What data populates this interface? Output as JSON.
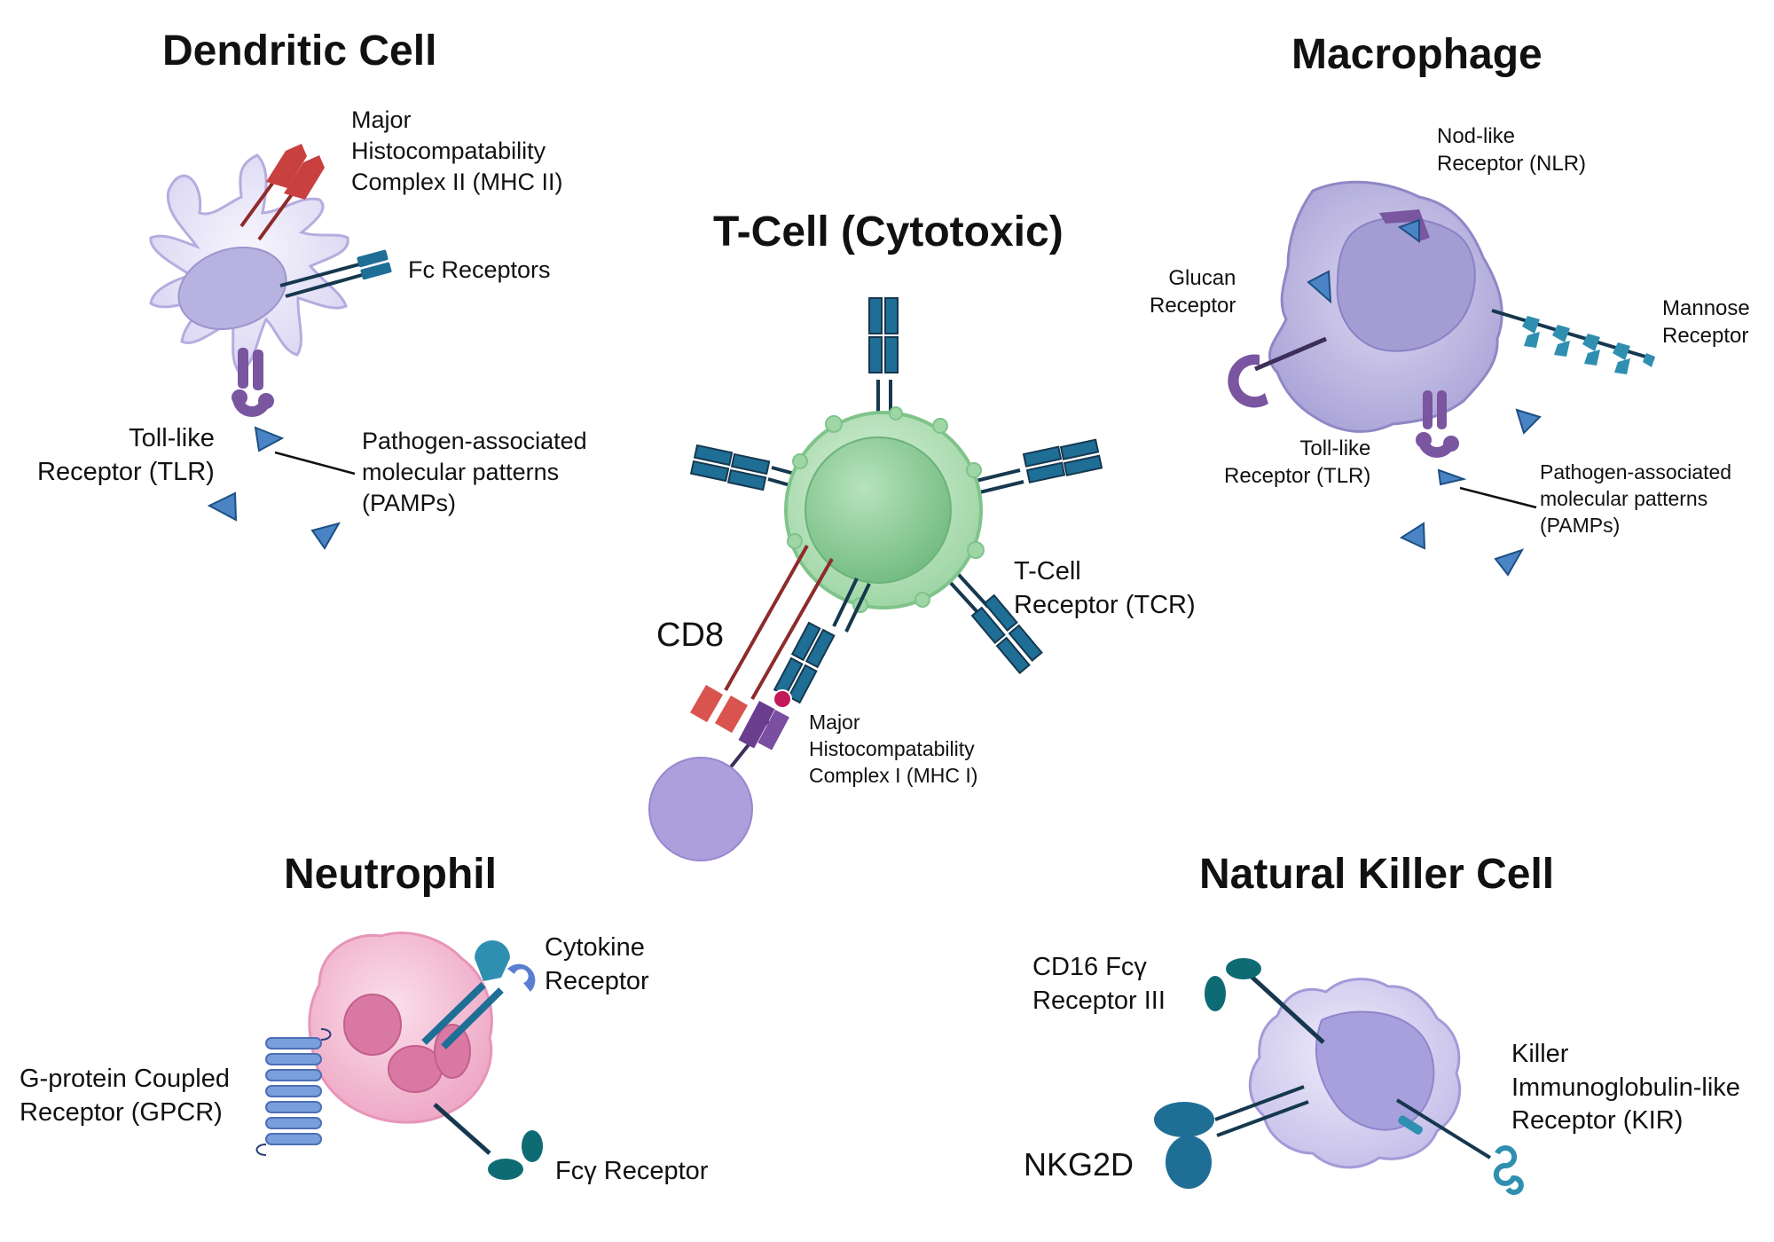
{
  "titles": {
    "dendritic": "Dendritic Cell",
    "macrophage": "Macrophage",
    "tcell": "T-Cell (Cytotoxic)",
    "neutrophil": "Neutrophil",
    "nk": "Natural Killer Cell"
  },
  "dendritic": {
    "mhc2": [
      "Major",
      "Histocompatability",
      "Complex II (MHC II)"
    ],
    "fc": "Fc Receptors",
    "tlr": [
      "Toll-like",
      "Receptor (TLR)"
    ],
    "pamps": [
      "Pathogen-associated",
      "molecular patterns",
      "(PAMPs)"
    ]
  },
  "macrophage": {
    "nlr": [
      "Nod-like",
      "Receptor (NLR)"
    ],
    "glucan": [
      "Glucan",
      "Receptor"
    ],
    "mannose": [
      "Mannose",
      "Receptor"
    ],
    "tlr": [
      "Toll-like",
      "Receptor (TLR)"
    ],
    "pamps": [
      "Pathogen-associated",
      "molecular patterns",
      "(PAMPs)"
    ]
  },
  "tcell": {
    "tcr": [
      "T-Cell",
      "Receptor (TCR)"
    ],
    "cd8": "CD8",
    "mhc1": [
      "Major",
      "Histocompatability",
      "Complex I (MHC I)"
    ]
  },
  "neutrophil": {
    "cytokine": [
      "Cytokine",
      "Receptor"
    ],
    "gpcr": [
      "G-protein Coupled",
      "Receptor (GPCR)"
    ],
    "fcg": "Fcγ Receptor"
  },
  "nk": {
    "cd16": [
      "CD16 Fcγ",
      "Receptor III"
    ],
    "kir": [
      "Killer",
      "Immunoglobulin-like",
      "Receptor (KIR)"
    ],
    "nkg2d": "NKG2D"
  },
  "colors": {
    "receptor_blue": "#1f6e96",
    "receptor_dark": "#16384f",
    "mhc_red": "#c94040",
    "tlr_purple": "#7a55a0",
    "pamp_blue": "#4a84c4",
    "dendritic_fill": "#e9e6f7",
    "macrophage_fill": "#c8c4e6",
    "tcell_fill": "#bfe3c3",
    "neutrophil_fill": "#f4bfd4",
    "nk_fill": "#d9d5f0"
  }
}
